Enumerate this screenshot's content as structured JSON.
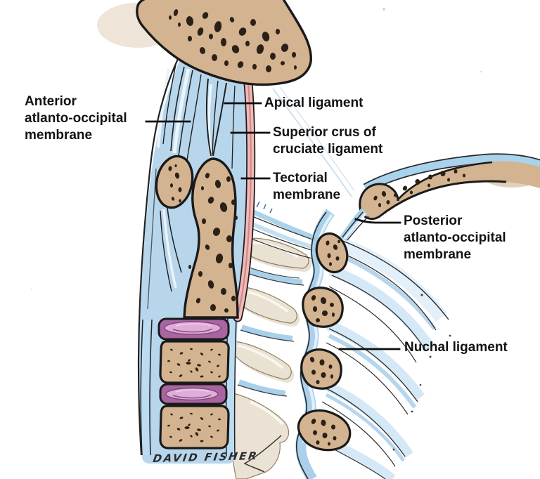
{
  "labels": {
    "anterior": {
      "text": "Anterior\natlanto-occipital\nmembrane"
    },
    "apical": {
      "text": "Apical ligament"
    },
    "superior": {
      "text": "Superior crus of\ncruciate ligament"
    },
    "tectorial": {
      "text": "Tectorial\nmembrane"
    },
    "posterior": {
      "text": "Posterior\natlanto-occipital\nmembrane"
    },
    "nuchal": {
      "text": "Nuchal ligament"
    }
  },
  "signature": {
    "text": "DAVID FISHER"
  },
  "colors": {
    "bone_tan": "#d4b391",
    "bone_outline": "#1a1a1a",
    "speckle": "#2b2116",
    "ligament_blue": "#b7d6ec",
    "ligament_blue_mid": "#a9d0ea",
    "ligament_blue_pale": "#dcecf8",
    "tectorial_pink": "#f2b9b5",
    "tectorial_pink_dark": "#cf8890",
    "disc_purple": "#a965a1",
    "disc_inner": "#dfadd8",
    "cream": "#eae2d3",
    "label_text": "#121212"
  }
}
